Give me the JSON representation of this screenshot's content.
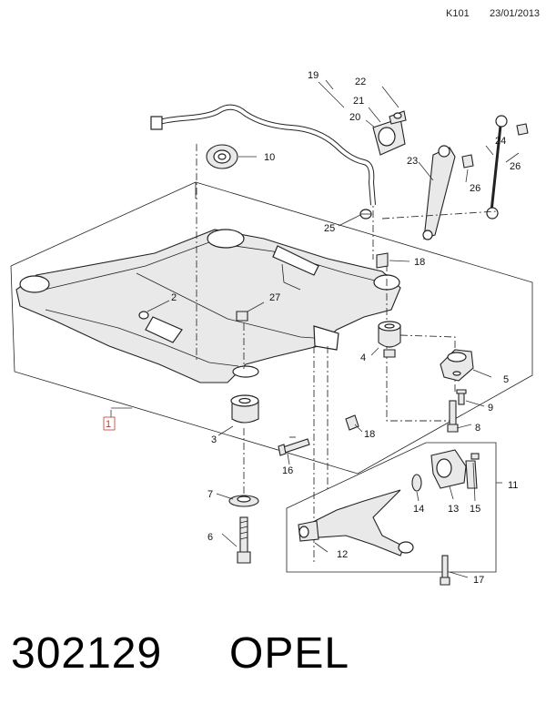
{
  "header": {
    "code": "K101",
    "date": "23/01/2013"
  },
  "callouts": {
    "c1": "1",
    "c2": "2",
    "c3": "3",
    "c4": "4",
    "c5": "5",
    "c6": "6",
    "c7": "7",
    "c8": "8",
    "c9": "9",
    "c10": "10",
    "c11": "11",
    "c12": "12",
    "c13": "13",
    "c14": "14",
    "c15": "15",
    "c16": "16",
    "c17": "17",
    "c18a": "18",
    "c18b": "18",
    "c19": "19",
    "c20": "20",
    "c21": "21",
    "c22": "22",
    "c23": "23",
    "c24": "24",
    "c25": "25",
    "c26a": "26",
    "c26b": "26",
    "c27": "27"
  },
  "footer": {
    "part_number": "302129",
    "brand": "OPEL"
  },
  "colors": {
    "line": "#222222",
    "callout_box": "#c0392b",
    "background": "#ffffff"
  }
}
